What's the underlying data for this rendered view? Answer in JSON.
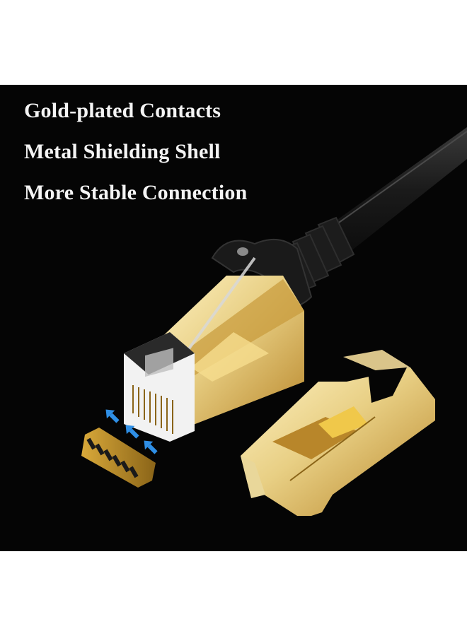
{
  "image": {
    "background_color": "#ffffff",
    "panel_color": "#050505"
  },
  "features": [
    {
      "label": "Gold-plated Contacts"
    },
    {
      "label": "Metal Shielding Shell"
    },
    {
      "label": "More Stable Connection"
    }
  ],
  "product": {
    "name": "Shielded RJ45 Ethernet cable plug",
    "parts": [
      "black-cable",
      "strain-relief-boot",
      "gold-plated-connector",
      "gold-contact-strip",
      "metal-shielding-shell"
    ],
    "arrow_color": "#2f8fe6",
    "gold_color": "#e8cf84"
  }
}
